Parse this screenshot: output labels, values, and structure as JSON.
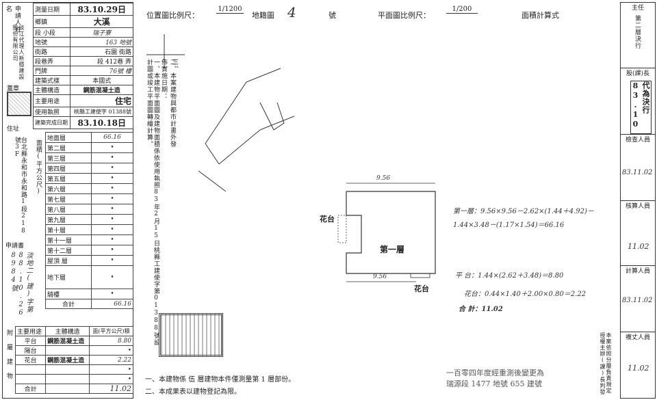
{
  "left": {
    "applicant_label": "申請人姓名",
    "applicant_side": "淡江代理人新穩建設股份有限公司",
    "seal_label": "蓋章",
    "address_label": "住址",
    "address_value": "台北縣永和市永和路1段218號3F",
    "app_no_label": "申請書",
    "app_no_value": "淡地二(建)字第88.10.26 8984號",
    "survey_date_label": "測量日期",
    "survey_date": "83.10.29日",
    "township_label": "鄉鎮",
    "township": "大溪",
    "section_label": "段 小段",
    "section": "瑞子寮",
    "lot_label": "地號",
    "lot": "163 地號",
    "road_label": "街路",
    "road": "石園 街路",
    "lane_label": "段巷弄",
    "lane": "段 412巷 弄",
    "door_label": "門牌",
    "door": "76號 樓",
    "style_label": "建築式樣",
    "style": "本國式",
    "structure_label": "主體構造",
    "structure": "鋼筋混凝土造",
    "use_label": "主要用途",
    "use": "住宅",
    "permit_label": "使用執照",
    "permit": "桃縣工建使字 01388號",
    "complete_label": "建築完成日期",
    "complete_date": "83.10.18日",
    "floors_label": "面積(平方公尺)",
    "floors": [
      {
        "name": "地面層",
        "value": "66.16"
      },
      {
        "name": "第二層",
        "value": "•"
      },
      {
        "name": "第三層",
        "value": "•"
      },
      {
        "name": "第四層",
        "value": "•"
      },
      {
        "name": "第五層",
        "value": "•"
      },
      {
        "name": "第六層",
        "value": "•"
      },
      {
        "name": "第七層",
        "value": "•"
      },
      {
        "name": "第八層",
        "value": "•"
      },
      {
        "name": "第九層",
        "value": "•"
      },
      {
        "name": "第十層",
        "value": "•"
      },
      {
        "name": "第十一層",
        "value": "•"
      },
      {
        "name": "第十二層",
        "value": "•"
      },
      {
        "name": "屋頂 層",
        "value": "•"
      },
      {
        "name": "地下層",
        "value": "•"
      },
      {
        "name": "騎樓",
        "value": "•"
      }
    ],
    "total_label": "合計",
    "total": "66.16",
    "annex_header": [
      "主要用途",
      "主體構造",
      "面(平方公尺)積"
    ],
    "annex": [
      {
        "use": "平台",
        "structure": "鋼筋混凝土造",
        "area": "8.80"
      },
      {
        "use": "陽台",
        "structure": "",
        "area": "•"
      },
      {
        "use": "花台",
        "structure": "鋼筋混凝土造",
        "area": "2.22"
      },
      {
        "use": "",
        "structure": "",
        "area": "•"
      },
      {
        "use": "",
        "structure": "",
        "area": "•"
      }
    ],
    "annex_total_label": "合計",
    "annex_total": "11.02",
    "annex_side": "附屬建物"
  },
  "header": {
    "pos_scale_label": "位置圖比例尺：",
    "pos_scale": "1/1200",
    "cadastral_label": "地籍圖",
    "cadastral_no": "4",
    "cadastral_suffix": "號",
    "plan_scale_label": "平面圖比例尺：",
    "plan_scale": "1/200",
    "area_calc_label": "面積計算式"
  },
  "notes_vertical": [
    "一、本建物平面圖及建物面積係依使用執照83年2月15日桃縣工建使字第01388號設計圖或竣工平面圖轉繪計算。",
    "二、本案建物與都市計畫外發佈實施日期：",
    "三、"
  ],
  "plan": {
    "dim_top": "9.56",
    "dim_bottom": "9.56",
    "room_label": "第一層",
    "flower_left": "花台",
    "flower_bottom": "花台"
  },
  "calc": {
    "line1": "第一層：9.56×9.56－2.62×(1.44＋4.92)－1.44×3.48－(1.17×1.54)＝66.16",
    "platform": "平  台：1.44×(2.62＋3.48)＝8.80",
    "flower": "花台：0.44×1.40＋2.00×0.80＝2.22",
    "total": "合  計：11.02"
  },
  "bottom": {
    "note1": "一、本建物係 伍 層建物本件僅測量第 1 層部份。",
    "note2": "二、本成果表以建物登記為限。",
    "stamp_line1": "一百零四年度經重測後變更為",
    "stamp_line2": "瑞源段 1477 地號 655 建號"
  },
  "right": {
    "boxes": [
      {
        "label": "主任",
        "value": "第二層決行"
      },
      {
        "label": "股(課)長",
        "value": "代為決行 83.10"
      },
      {
        "label": "檢查人員",
        "value": "83.11.02"
      },
      {
        "label": "核算人員",
        "value": "11.02"
      },
      {
        "label": "計算人員",
        "value": "83.11.02"
      },
      {
        "label": "複丈人員",
        "value": "11.02"
      }
    ],
    "side_note": "本案依照分層負責規定授權主辦(課)長判發"
  }
}
